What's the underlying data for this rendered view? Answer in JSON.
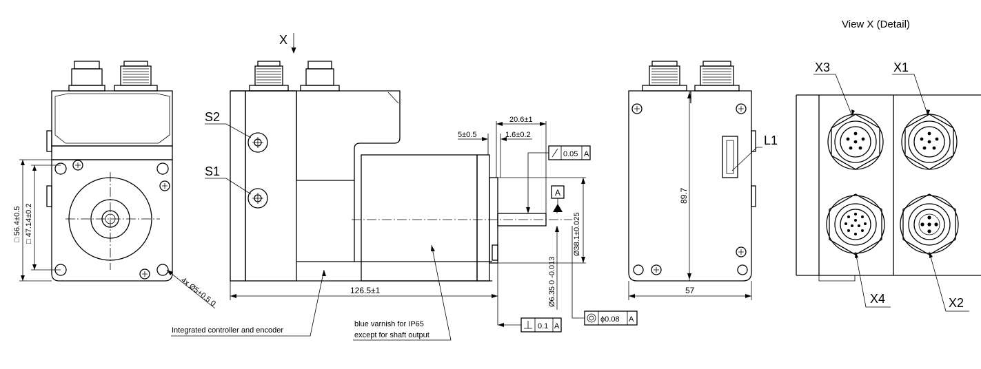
{
  "view_title": "View X   (Detail)",
  "view_marker": "X",
  "front_view": {
    "dim_square_outer": "□ 56.4±0.5",
    "dim_square_inner": "□ 47.14±0.2",
    "dim_holes": "4x Ø5+0.5 0"
  },
  "side_view": {
    "switch_s2": "S2",
    "switch_s1": "S1",
    "dim_length": "126.5±1",
    "dim_shaft_length": "20.6±1",
    "dim_flange": "5±0.5",
    "dim_step": "1.6±0.2",
    "dim_pilot": "Ø38.1±0.025",
    "dim_shaft": "Ø6.35 0 -0.013",
    "tol_runout": "0.05",
    "tol_perpendicular": "0.1",
    "tol_concentric": "ϕ0.08",
    "datum": "A",
    "note_controller": "Integrated controller and encoder",
    "note_varnish_1": "blue varnish for IP65",
    "note_varnish_2": "except for shaft output"
  },
  "rear_view": {
    "led": "L1",
    "dim_height": "89.7",
    "dim_width": "57"
  },
  "detail_view": {
    "x1": "X1",
    "x2": "X2",
    "x3": "X3",
    "x4": "X4"
  }
}
